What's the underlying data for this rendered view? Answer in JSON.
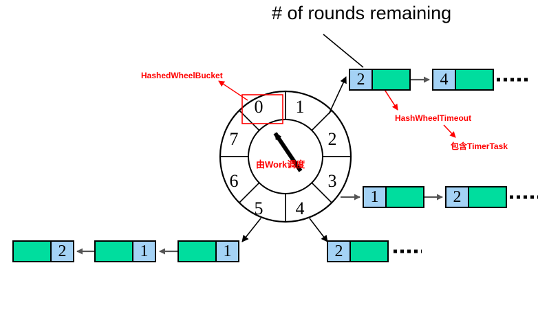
{
  "diagram": {
    "title": "# of rounds remaining",
    "center_label": "由Work调度",
    "annotations": {
      "bucket_label": "HashedWheelBucket",
      "timeout_label": "HashWheelTimeout",
      "timertask_label": "包含TimerTask"
    },
    "colors": {
      "rounds_cell": "#a4d2f5",
      "task_cell": "#00dd9e",
      "annotation": "#ff0000",
      "stroke": "#000000",
      "arrow": "#555555"
    },
    "wheel": {
      "slots": [
        "0",
        "1",
        "2",
        "3",
        "4",
        "5",
        "6",
        "7"
      ],
      "slot_count": 8,
      "hand_points_to": "0"
    },
    "chains": [
      {
        "id": "bucket-1-chain",
        "from_slot": "1",
        "direction": "right",
        "truncated": true,
        "nodes": [
          {
            "rounds": "2"
          },
          {
            "rounds": "4"
          }
        ]
      },
      {
        "id": "bucket-3-chain",
        "from_slot": "3",
        "direction": "right",
        "truncated": true,
        "nodes": [
          {
            "rounds": "1"
          },
          {
            "rounds": "2"
          }
        ]
      },
      {
        "id": "bucket-4-chain",
        "from_slot": "4",
        "direction": "right",
        "truncated": true,
        "nodes": [
          {
            "rounds": "2"
          }
        ]
      },
      {
        "id": "bucket-5-chain",
        "from_slot": "5",
        "direction": "left",
        "truncated": false,
        "nodes": [
          {
            "rounds": "1"
          },
          {
            "rounds": "1"
          },
          {
            "rounds": "2"
          }
        ]
      }
    ]
  }
}
